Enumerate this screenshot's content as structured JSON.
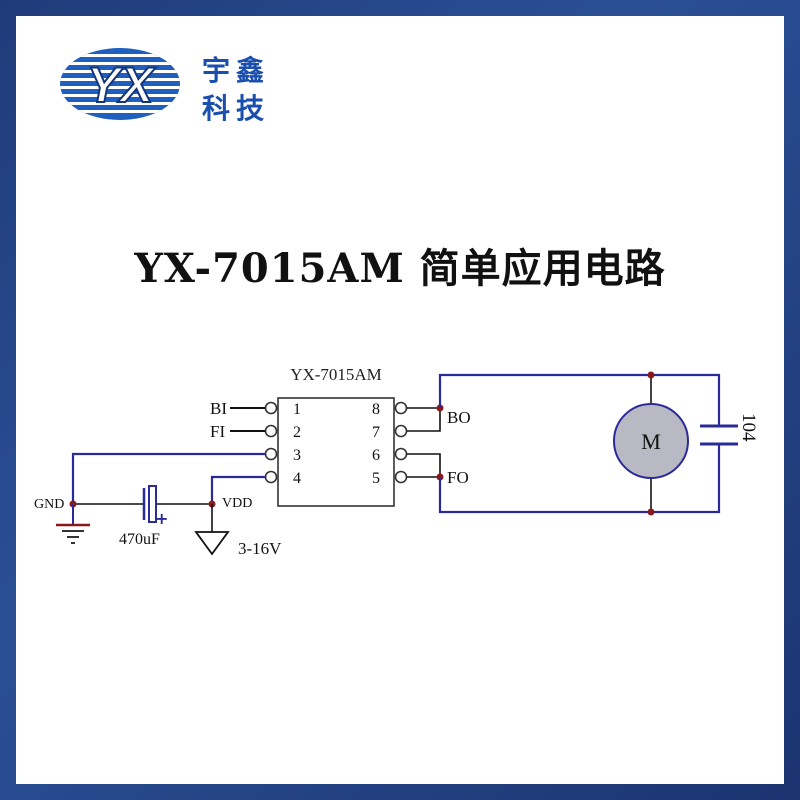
{
  "logo": {
    "mark": "YX",
    "cn_line1": "宇鑫",
    "cn_line2": "科技",
    "colors": {
      "blue": "#1f5fbf",
      "dark": "#13357a"
    }
  },
  "title": "YX-7015AM 简单应用电路",
  "schematic": {
    "chip_label": "YX-7015AM",
    "pins_left": [
      "1",
      "2",
      "3",
      "4"
    ],
    "pins_right": [
      "8",
      "7",
      "6",
      "5"
    ],
    "net_bi": "BI",
    "net_fi": "FI",
    "net_gnd": "GND",
    "net_vdd": "VDD",
    "net_bo": "BO",
    "net_fo": "FO",
    "cap_value": "470uF",
    "cap_polarity": "+",
    "supply_range": "3-16V",
    "motor_label": "M",
    "motor_cap": "104"
  }
}
